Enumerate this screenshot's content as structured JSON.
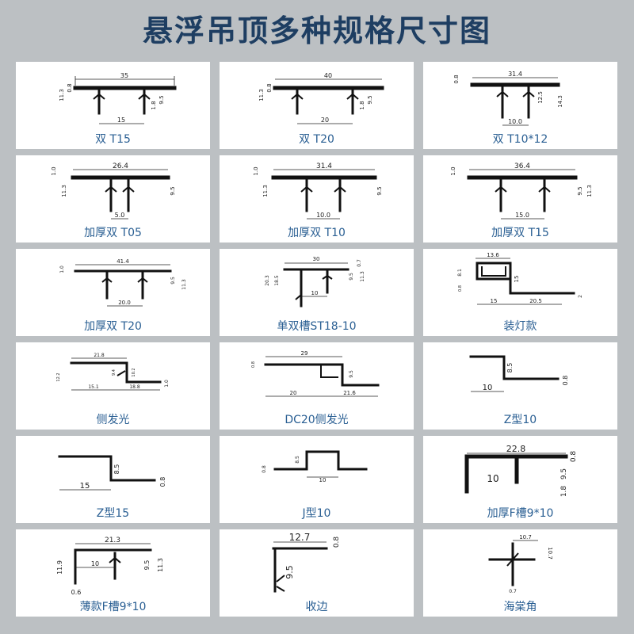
{
  "title": "悬浮吊顶多种规格尺寸图",
  "profiles": [
    {
      "name": "双 T15",
      "dims": [
        "35",
        "11.3",
        "0.8",
        "15",
        "1.8",
        "9.5"
      ]
    },
    {
      "name": "双 T20",
      "dims": [
        "40",
        "11.3",
        "0.8",
        "20",
        "1.8",
        "9.5"
      ]
    },
    {
      "name": "双 T10*12",
      "dims": [
        "31.4",
        "0.8",
        "10.0",
        "12.5",
        "14.3"
      ]
    },
    {
      "name": "加厚双  T05",
      "dims": [
        "26.4",
        "1.0",
        "11.3",
        "5.0",
        "9.5"
      ]
    },
    {
      "name": "加厚双  T10",
      "dims": [
        "31.4",
        "1.0",
        "11.3",
        "10.0",
        "9.5"
      ]
    },
    {
      "name": "加厚双 T15",
      "dims": [
        "36.4",
        "1.0",
        "15.0",
        "9.5",
        "11.3"
      ]
    },
    {
      "name": "加厚双  T20",
      "dims": [
        "41.4",
        "1.0",
        "20.0",
        "9.5",
        "11.3"
      ]
    },
    {
      "name": "单双槽ST18-10",
      "dims": [
        "30",
        "0.7",
        "20.3",
        "18.5",
        "10",
        "9.5",
        "11.3"
      ]
    },
    {
      "name": "装灯款",
      "dims": [
        "13.6",
        "8.1",
        "0.8",
        "15",
        "15",
        "20.5",
        "2"
      ]
    },
    {
      "name": "侧发光",
      "dims": [
        "21.8",
        "12.2",
        "9.4",
        "10.2",
        "15.1",
        "18.8",
        "1.0"
      ]
    },
    {
      "name": "DC20侧发光",
      "dims": [
        "29",
        "0.8",
        "9.5",
        "20",
        "21.6"
      ]
    },
    {
      "name": "Z型10",
      "dims": [
        "8.5",
        "10",
        "0.8"
      ]
    },
    {
      "name": "Z型15",
      "dims": [
        "8.5",
        "15",
        "0.8"
      ]
    },
    {
      "name": "J型10",
      "dims": [
        "8.5",
        "0.8",
        "10"
      ]
    },
    {
      "name": "加厚F槽9*10",
      "dims": [
        "22.8",
        "0.8",
        "9.5",
        "10",
        "1.8"
      ]
    },
    {
      "name": "薄款F槽9*10",
      "dims": [
        "21.3",
        "11.9",
        "10",
        "9.5",
        "11.3",
        "0.6"
      ]
    },
    {
      "name": "收边",
      "dims": [
        "12.7",
        "0.8",
        "9.5"
      ]
    },
    {
      "name": "海棠角",
      "dims": [
        "10.7",
        "10.7",
        "0.7"
      ]
    }
  ]
}
